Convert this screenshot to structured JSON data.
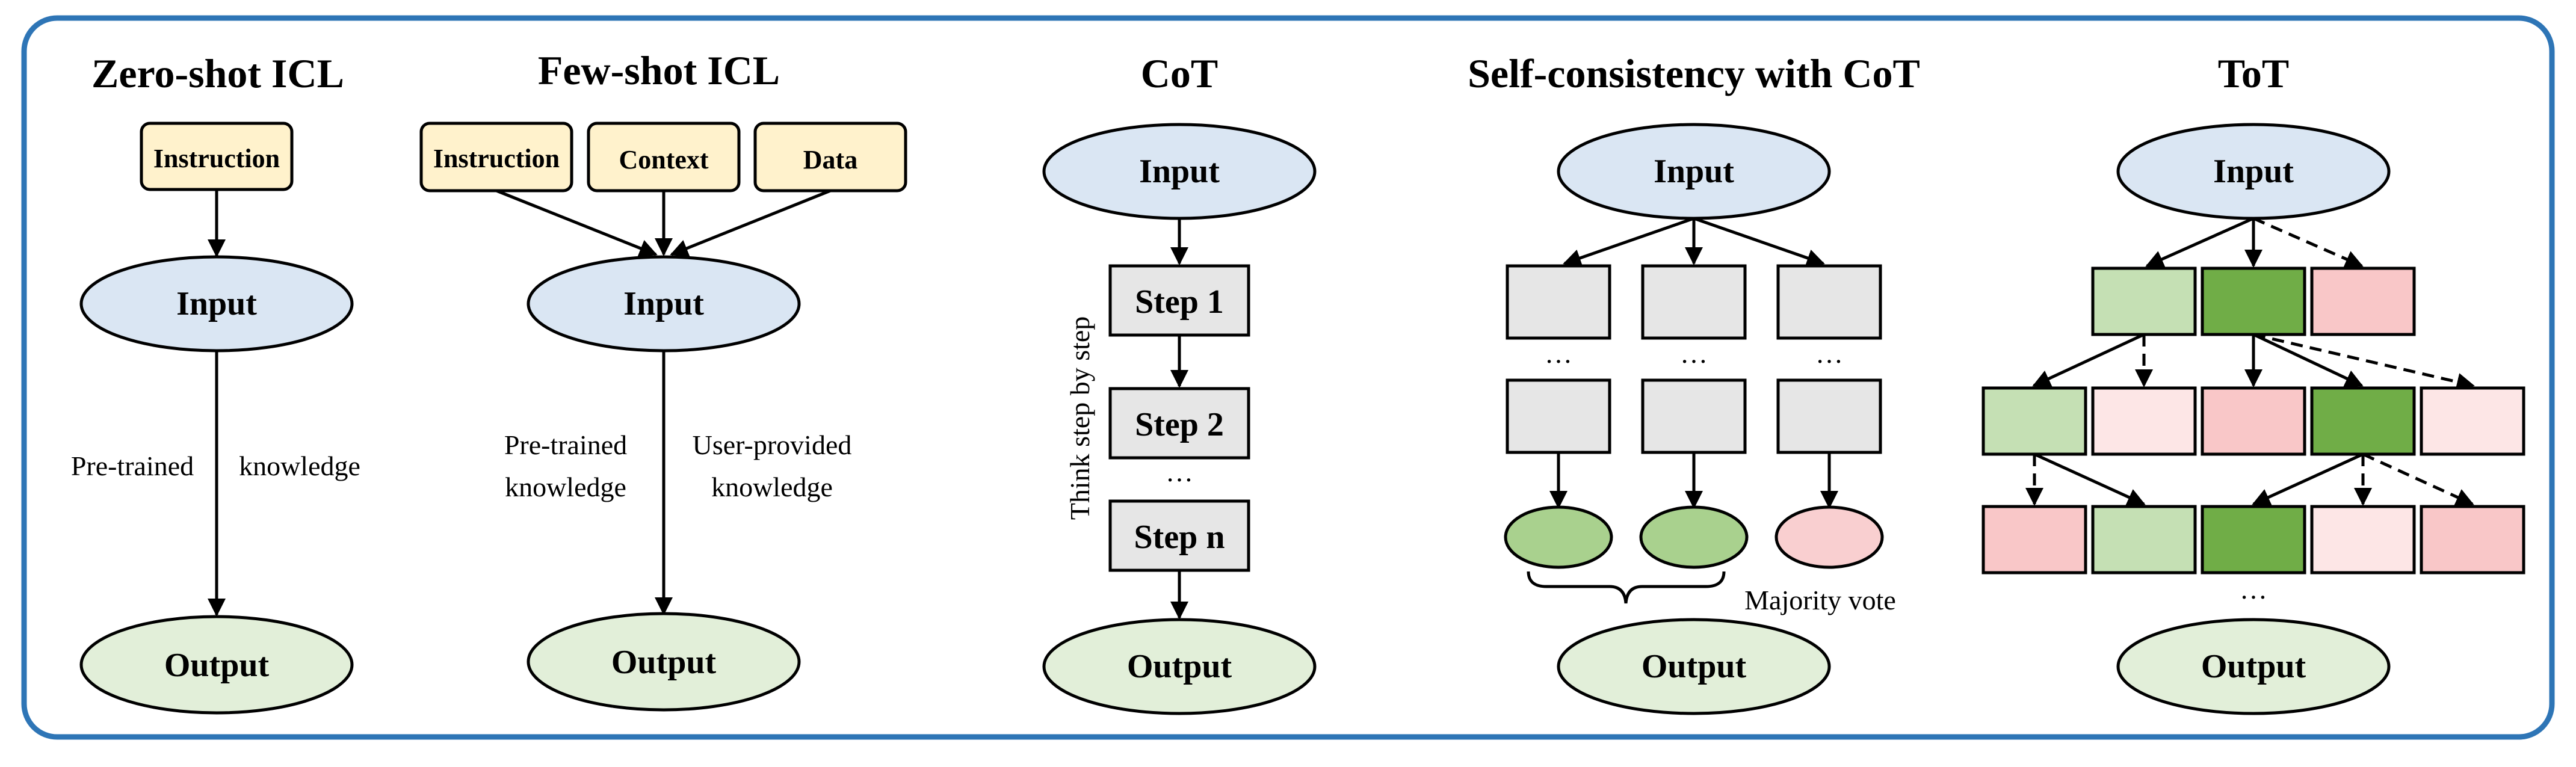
{
  "titles": {
    "zero_shot": "Zero-shot ICL",
    "few_shot": "Few-shot ICL",
    "cot": "CoT",
    "self_consistency": "Self-consistency with CoT",
    "tot": "ToT"
  },
  "nodes": {
    "input": "Input",
    "output": "Output",
    "instruction": "Instruction",
    "context": "Context",
    "data": "Data",
    "step1": "Step 1",
    "step2": "Step 2",
    "stepn": "Step n",
    "ellipsis": "…"
  },
  "labels": {
    "pretrained_zero_a": "Pre-trained",
    "pretrained_zero_b": "knowledge",
    "pretrained_few_1": "Pre-trained",
    "pretrained_few_2": "knowledge",
    "user_provided_1": "User-provided",
    "user_provided_2": "knowledge",
    "think_step": "Think step by step",
    "majority_vote": "Majority vote"
  },
  "colors": {
    "frame": "#2e75b6",
    "input_fill": "#dae6f3",
    "output_fill": "#e2efd9",
    "prompt_fill": "#fff2cc",
    "step_fill": "#e6e6e6",
    "tot_light_green": "#c5e0b4",
    "tot_dark_green": "#70ad47",
    "tot_pink": "#f9c7c8",
    "tot_light_pink": "#fde6e6"
  }
}
